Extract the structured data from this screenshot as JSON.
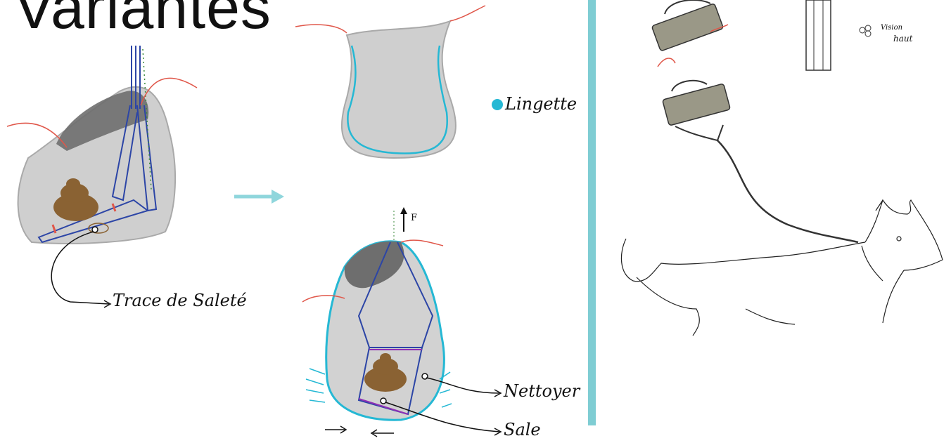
{
  "title": "Variantes",
  "labels": {
    "trace": "Trace de Saleté",
    "lingette": "Lingette",
    "force": "F",
    "nettoyer": "Nettoyer",
    "sale": "Sale",
    "vision": "Vision",
    "haut": "haut"
  },
  "colors": {
    "divider": "#7fcdd3",
    "cyan": "#25b8d4",
    "blue_frame": "#2c45a6",
    "red_string": "#e0574a",
    "bag_gray": "#cfcfcf",
    "dark_gray": "#6e6e6e",
    "poop": "#8a6233",
    "arrow_teal": "#8fd6dc",
    "purple": "#8e2fb5"
  }
}
